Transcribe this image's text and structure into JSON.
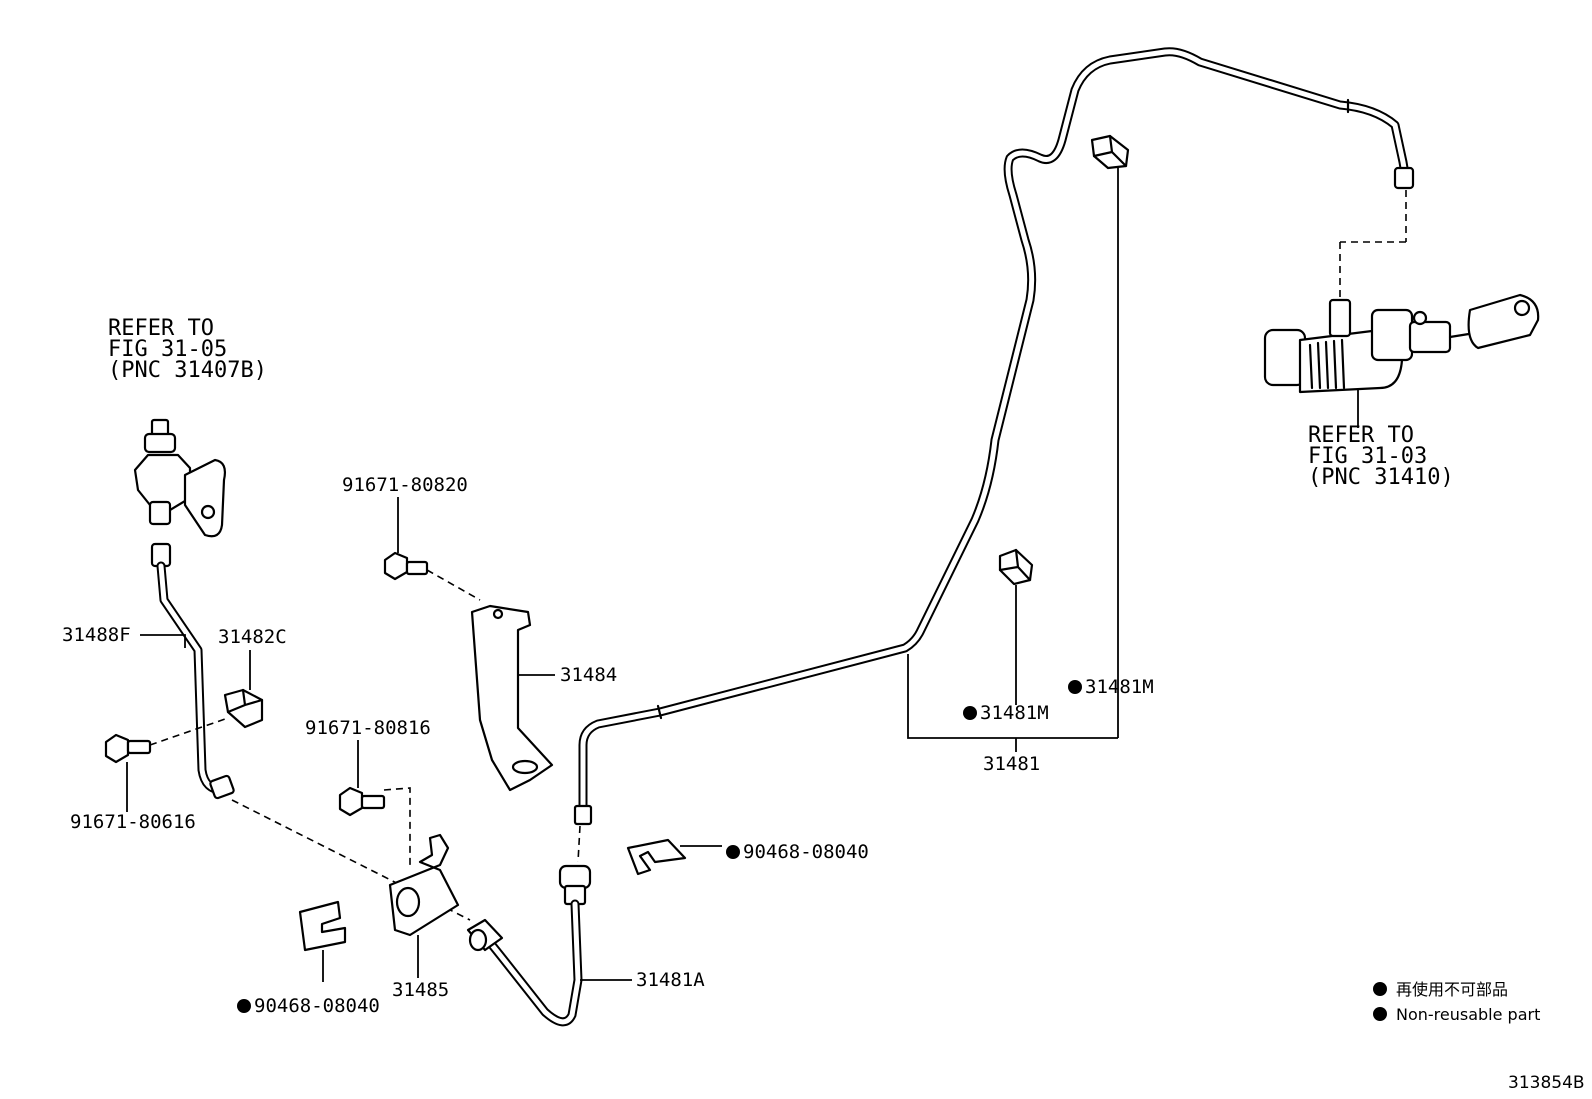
{
  "refs": {
    "top_left": {
      "line1": "REFER TO",
      "line2": "FIG 31-05",
      "line3": "(PNC 31407B)"
    },
    "right": {
      "line1": "REFER TO",
      "line2": "FIG 31-03",
      "line3": "(PNC 31410)"
    }
  },
  "labels": {
    "p31488F": "31488F",
    "p31482C": "31482C",
    "p91671_80616": "91671-80616",
    "p91671_80820": "91671-80820",
    "p31484": "31484",
    "p91671_80816": "91671-80816",
    "p31485": "31485",
    "p90468_08040_left": "90468-08040",
    "p90468_08040_mid": "90468-08040",
    "p31481A": "31481A",
    "p31481M_a": "31481M",
    "p31481M_b": "31481M",
    "p31481": "31481"
  },
  "legend": {
    "jp": "再使用不可部品",
    "en": "Non-reusable part"
  },
  "diagram_id": "313854B"
}
